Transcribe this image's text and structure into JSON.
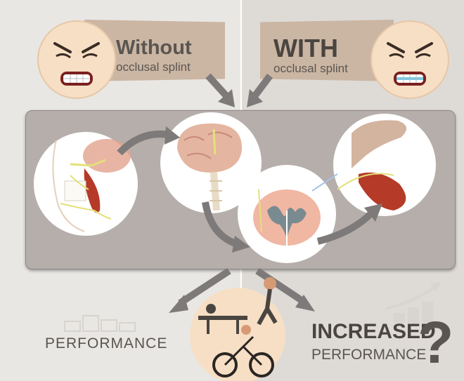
{
  "left_label": {
    "title": "Without",
    "subtitle": "occlusal splint"
  },
  "right_label": {
    "title": "WITH",
    "subtitle": "occlusal splint"
  },
  "outcome_left": {
    "text": "PERFORMANCE"
  },
  "outcome_right": {
    "title": "INCREASED",
    "subtitle": "PERFORMANCE",
    "mark": "?"
  },
  "colors": {
    "panel": "#b6aeaa",
    "arrow": "#7d7a79",
    "muscle": "#b53a28",
    "banner": "#cbb6a3",
    "nerve": "#e4e07a"
  },
  "icons": [
    "clenched-face-icon",
    "clenched-face-splint-icon",
    "jaw-muscle-icon",
    "brain-spine-icon",
    "spinal-cord-section-icon",
    "leg-muscle-icon",
    "athletes-icon"
  ]
}
